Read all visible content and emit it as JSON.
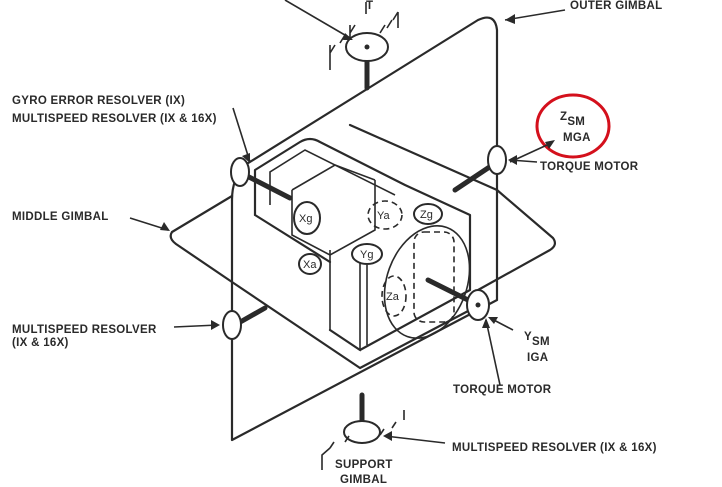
{
  "labels": {
    "top_axis": "T",
    "outer_gimbal": "OUTER GIMBAL",
    "gyro_error_resolver": "GYRO ERROR RESOLVER (IX)",
    "multispeed_resolver_top": "MULTISPEED RESOLVER (IX & 16X)",
    "z_sm": "Z",
    "z_sm_sub": "SM",
    "mga": "MGA",
    "torque_motor_top": "TORQUE MOTOR",
    "middle_gimbal": "MIDDLE GIMBAL",
    "multispeed_resolver_left": "MULTISPEED RESOLVER",
    "multispeed_resolver_left_ratio": "(IX & 16X)",
    "y_sm": "Y",
    "y_sm_sub": "SM",
    "iga": "IGA",
    "torque_motor_bottom": "TORQUE MOTOR",
    "multispeed_resolver_bottom": "MULTISPEED RESOLVER (IX & 16X)",
    "support": "SUPPORT",
    "gimbal": "GIMBAL"
  },
  "axes": {
    "xg": "Xg",
    "ya": "Ya",
    "zg": "Zg",
    "xa": "Xa",
    "yg": "Yg",
    "za": "Za"
  },
  "colors": {
    "line": "#2a2a2a",
    "highlight": "#d4101c"
  }
}
